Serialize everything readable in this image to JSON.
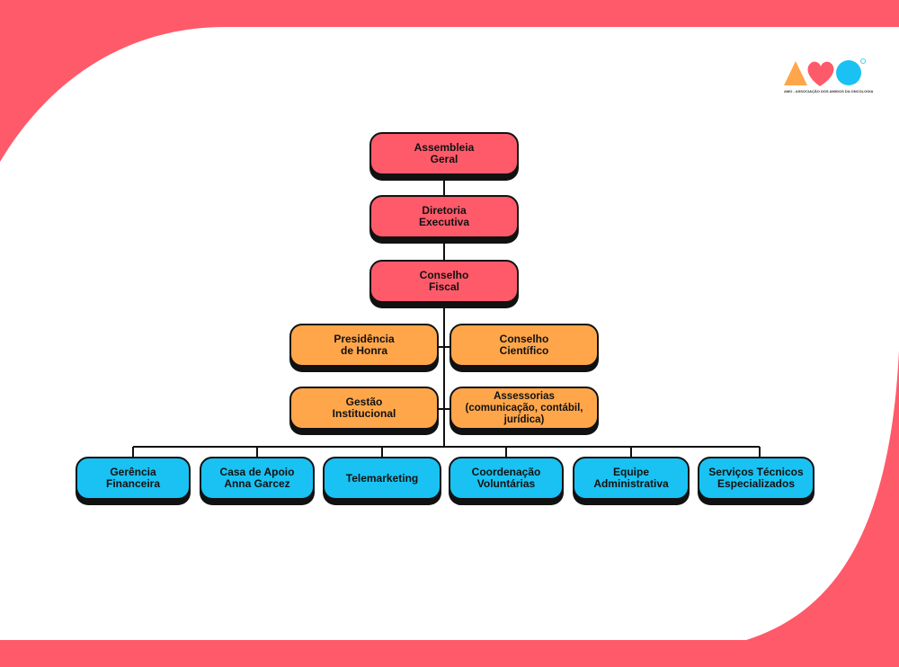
{
  "colors": {
    "frame": "#ff5a6a",
    "card": "#ffffff",
    "top_level": "#ff5a6a",
    "middle_level": "#ffa64a",
    "bottom_level": "#19c2f2",
    "outline": "#111111"
  },
  "logo": {
    "icons": [
      "triangle-icon",
      "heart-icon",
      "circle-icon"
    ],
    "caption": "AMO - ASSOCIAÇÃO DOS AMIGOS DA ONCOLOGIA"
  },
  "org_chart": {
    "top": [
      {
        "id": "assembleia",
        "label": "Assembleia\nGeral"
      },
      {
        "id": "diretoria",
        "label": "Diretoria\nExecutiva"
      },
      {
        "id": "conselho-fiscal",
        "label": "Conselho\nFiscal"
      }
    ],
    "middle": [
      {
        "id": "presidencia",
        "label": "Presidência\nde Honra"
      },
      {
        "id": "conselho-cientifico",
        "label": "Conselho\nCientífico"
      },
      {
        "id": "gestao",
        "label": "Gestão\nInstitucional"
      },
      {
        "id": "assessorias",
        "label": "Assessorias\n(comunicação, contábil,\njurídica)"
      }
    ],
    "bottom": [
      {
        "id": "gerencia",
        "label": "Gerência\nFinanceira"
      },
      {
        "id": "casa-apoio",
        "label": "Casa de Apoio\nAnna Garcez"
      },
      {
        "id": "telemarketing",
        "label": "Telemarketing"
      },
      {
        "id": "coordenacao",
        "label": "Coordenação\nVoluntárias"
      },
      {
        "id": "equipe",
        "label": "Equipe\nAdministrativa"
      },
      {
        "id": "servicos",
        "label": "Serviços Técnicos\nEspecializados"
      }
    ]
  }
}
